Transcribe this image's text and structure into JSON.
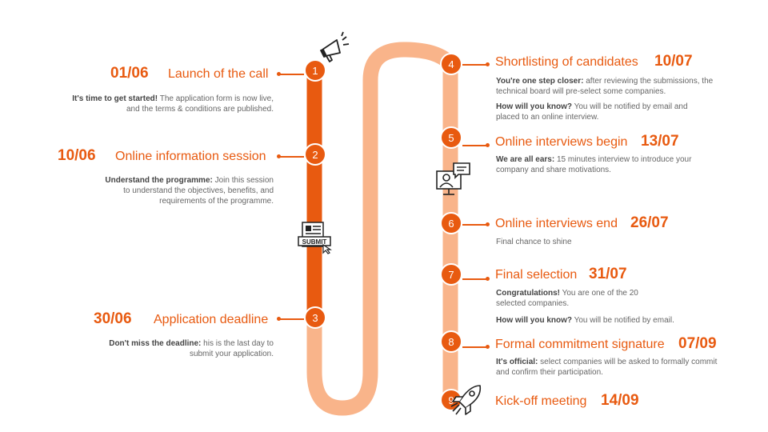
{
  "colors": {
    "accent": "#e85a10",
    "track_light": "#f9b48a",
    "text": "#666666"
  },
  "left_events": [
    {
      "num": "1",
      "date": "01/06",
      "title": "Launch of the call",
      "lead": "It's time to get started!",
      "text": " The application form is now live, and the terms & conditions are published."
    },
    {
      "num": "2",
      "date": "10/06",
      "title": "Online information session",
      "lead": "Understand the programme:",
      "text": " Join this session to understand the objectives, benefits, and requirements of the programme."
    },
    {
      "num": "3",
      "date": "30/06",
      "title": "Application deadline",
      "lead": "Don't miss the deadline:",
      "text": " his is the last day to submit your application."
    }
  ],
  "right_events": [
    {
      "num": "4",
      "title": "Shortlisting of candidates",
      "date": "10/07",
      "lead": "You're one step closer:",
      "text": " after reviewing the submissions, the technical board will pre-select some companies.",
      "lead2": "How will you know?",
      "text2": " You will be notified by email and placed to an online interview."
    },
    {
      "num": "5",
      "title": "Online interviews begin",
      "date": "13/07",
      "lead": "We are all ears:",
      "text": " 15 minutes interview to introduce your company and share motivations."
    },
    {
      "num": "6",
      "title": "Online interviews end",
      "date": "26/07",
      "lead": "",
      "text": "Final chance to shine"
    },
    {
      "num": "7",
      "title": "Final selection",
      "date": "31/07",
      "lead": "Congratulations!",
      "text": " You are one of the 20 selected companies.",
      "lead2": "How will you know?",
      "text2": " You will be notified by email."
    },
    {
      "num": "8",
      "title": "Formal commitment signature",
      "date": "07/09",
      "lead": "It's official:",
      "text": " select companies will be asked to formally commit and confirm their participation."
    },
    {
      "num": "9",
      "title": "Kick-off meeting",
      "date": "14/09"
    }
  ],
  "icons": {
    "megaphone": "megaphone-icon",
    "submit_form": "submit-form-icon",
    "submit_label": "SUBMIT",
    "online_interview": "video-interview-icon",
    "rocket": "rocket-icon"
  }
}
